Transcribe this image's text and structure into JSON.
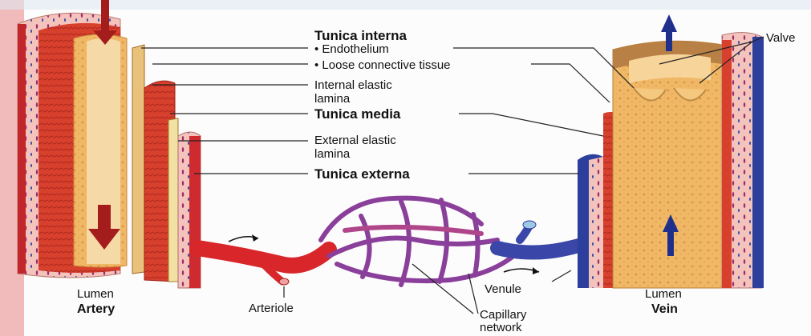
{
  "labels": {
    "tunica_interna": "Tunica interna",
    "endothelium": "• Endothelium",
    "loose_connective": "• Loose connective tissue",
    "internal_elastic_1": "Internal elastic",
    "internal_elastic_2": "lamina",
    "tunica_media": "Tunica media",
    "external_elastic_1": "External elastic",
    "external_elastic_2": "lamina",
    "tunica_externa": "Tunica externa",
    "valve": "Valve",
    "artery_lumen": "Lumen",
    "artery": "Artery",
    "arteriole": "Arteriole",
    "capillary_1": "Capillary",
    "capillary_2": "network",
    "venule": "Venule",
    "vein_lumen": "Lumen",
    "vein": "Vein"
  },
  "colors": {
    "artery_red": "#d8262b",
    "vein_blue": "#2c3f9c",
    "capillary_purple": "#8a3f9a",
    "interna_tan": "#efb86a",
    "externa_pink": "#f1b9b4",
    "arrow_red": "#a51c1c",
    "arrow_blue": "#1f2f8c"
  }
}
